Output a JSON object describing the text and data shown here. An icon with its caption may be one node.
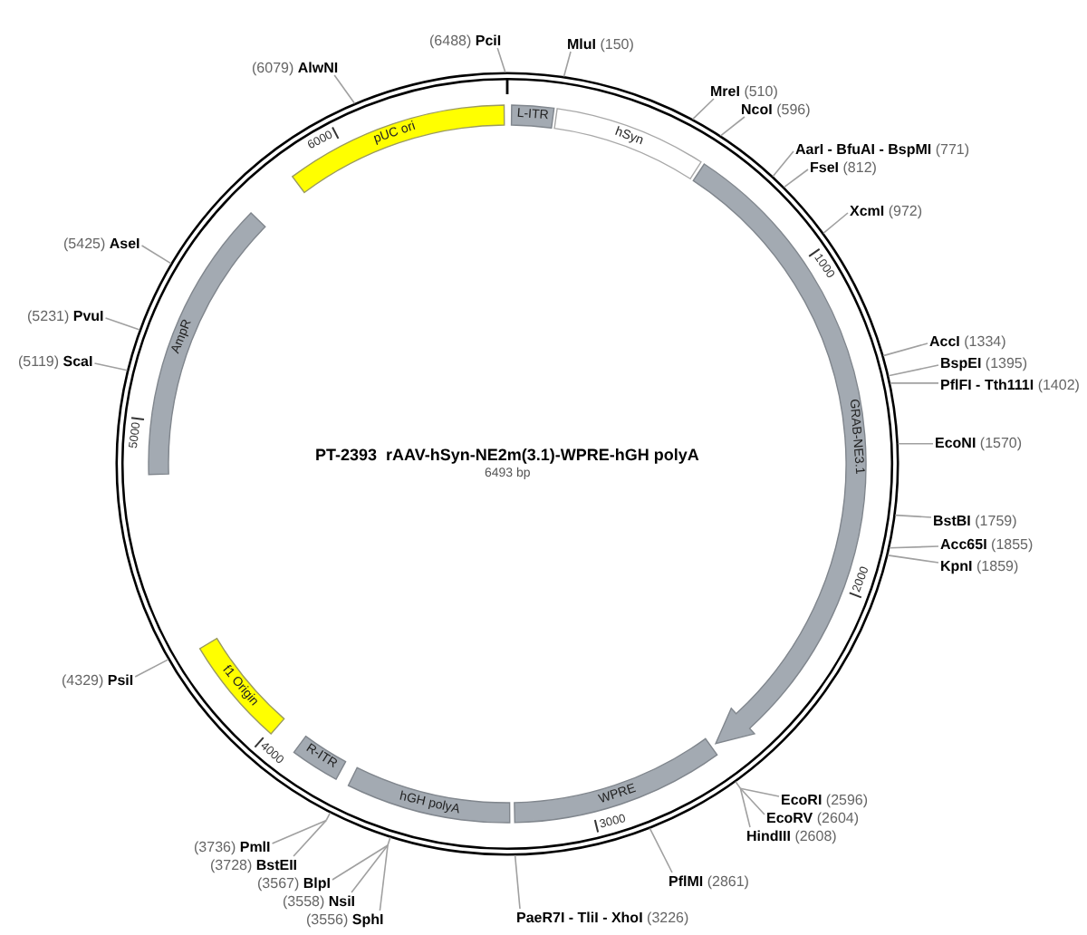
{
  "diagram": {
    "title": "PT-2393  rAAV-hSyn-NE2m(3.1)-WPRE-hGH polyA",
    "nodes": [
      {
        "text": [
          "L-ITR"
        ]
      },
      {
        "text": [
          "hSyn"
        ]
      },
      {
        "text": [
          "GRAB-NE3.1"
        ]
      },
      {
        "text": [
          "WPRE"
        ]
      },
      {
        "text": [
          "hGH polyA"
        ]
      },
      {
        "text": [
          "R-ITR"
        ]
      },
      {
        "text": [
          "f1 Origin"
        ]
      },
      {
        "text": [
          "AmpR"
        ]
      },
      {
        "text": [
          "pUC ori"
        ]
      },
      {
        "text": [
          "(6488)",
          "PciI"
        ]
      },
      {
        "text": [
          "MluI",
          "(150)"
        ]
      },
      {
        "text": [
          "MreI",
          "(510)"
        ]
      },
      {
        "text": [
          "NcoI",
          "(596)"
        ]
      },
      {
        "text": [
          "AarI - BfuAI - BspMI",
          "(771)"
        ]
      },
      {
        "text": [
          "FseI",
          "(812)"
        ]
      },
      {
        "text": [
          "XcmI",
          "(972)"
        ]
      },
      {
        "text": [
          "AccI",
          "(1334)"
        ]
      },
      {
        "text": [
          "BspEI",
          "(1395)"
        ]
      },
      {
        "text": [
          "PflFI - Tth111I",
          "(1402)"
        ]
      },
      {
        "text": [
          "EcoNI",
          "(1570)"
        ]
      },
      {
        "text": [
          "BstBI",
          "(1759)"
        ]
      },
      {
        "text": [
          "Acc65I",
          "(1855)"
        ]
      },
      {
        "text": [
          "KpnI",
          "(1859)"
        ]
      },
      {
        "text": [
          "EcoRI",
          "(2596)"
        ]
      },
      {
        "text": [
          "EcoRV",
          "(2604)"
        ]
      },
      {
        "text": [
          "HindIII",
          "(2608)"
        ]
      },
      {
        "text": [
          "PflMI",
          "(2861)"
        ]
      },
      {
        "text": [
          "PaeR7I - TliI - XhoI",
          "(3226)"
        ]
      },
      {
        "text": [
          "(3556)",
          "SphI"
        ]
      },
      {
        "text": [
          "(3558)",
          "NsiI"
        ]
      },
      {
        "text": [
          "(3567)",
          "BlpI"
        ]
      },
      {
        "text": [
          "(3728)",
          "BstEII"
        ]
      },
      {
        "text": [
          "(3736)",
          "PmlI"
        ]
      },
      {
        "text": [
          "(4329)",
          "PsiI"
        ]
      },
      {
        "text": [
          "(5119)",
          "ScaI"
        ]
      },
      {
        "text": [
          "(5231)",
          "PvuI"
        ]
      },
      {
        "text": [
          "(5425)",
          "AseI"
        ]
      },
      {
        "text": [
          "(6079)",
          "AlwNI"
        ]
      }
    ],
    "edges": [
      {
        "from": 9,
        "to": null,
        "arrow": "none"
      },
      {
        "from": 10,
        "to": null,
        "arrow": "none"
      },
      {
        "from": 11,
        "to": null,
        "arrow": "none"
      },
      {
        "from": 12,
        "to": null,
        "arrow": "none"
      },
      {
        "from": 13,
        "to": null,
        "arrow": "none"
      },
      {
        "from": 14,
        "to": null,
        "arrow": "none"
      },
      {
        "from": 15,
        "to": null,
        "arrow": "none"
      },
      {
        "from": 16,
        "to": null,
        "arrow": "none"
      },
      {
        "from": 17,
        "to": null,
        "arrow": "none"
      },
      {
        "from": 18,
        "to": null,
        "arrow": "none"
      },
      {
        "from": 19,
        "to": null,
        "arrow": "none"
      },
      {
        "from": 20,
        "to": null,
        "arrow": "none"
      },
      {
        "from": 21,
        "to": null,
        "arrow": "none"
      },
      {
        "from": 22,
        "to": null,
        "arrow": "none"
      },
      {
        "from": 23,
        "to": null,
        "arrow": "none"
      },
      {
        "from": 24,
        "to": null,
        "arrow": "none"
      },
      {
        "from": 25,
        "to": null,
        "arrow": "none"
      },
      {
        "from": 26,
        "to": null,
        "arrow": "none"
      },
      {
        "from": 27,
        "to": null,
        "arrow": "none"
      },
      {
        "from": 28,
        "to": null,
        "arrow": "none"
      },
      {
        "from": 29,
        "to": null,
        "arrow": "none"
      },
      {
        "from": 30,
        "to": null,
        "arrow": "none"
      },
      {
        "from": 31,
        "to": null,
        "arrow": "none"
      },
      {
        "from": 32,
        "to": null,
        "arrow": "none"
      },
      {
        "from": 33,
        "to": null,
        "arrow": "none"
      },
      {
        "from": 34,
        "to": null,
        "arrow": "none"
      },
      {
        "from": 35,
        "to": null,
        "arrow": "none"
      },
      {
        "from": 36,
        "to": null,
        "arrow": "none"
      },
      {
        "from": 37,
        "to": null,
        "arrow": "none"
      }
    ],
    "labels": [
      "6000",
      "1000",
      "5000",
      "6493 bp",
      "2000",
      "4000",
      "3000"
    ]
  }
}
